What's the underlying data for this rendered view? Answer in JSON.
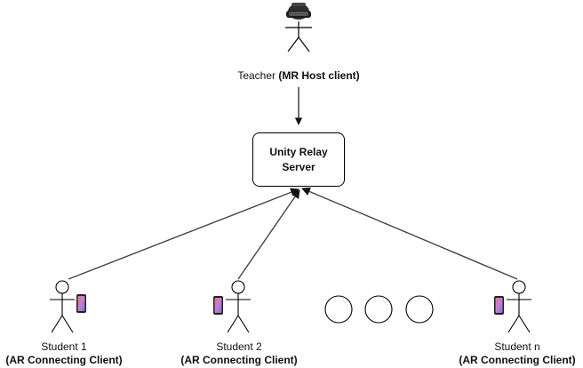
{
  "teacher": {
    "name": "Teacher ",
    "role": "(MR Host client)"
  },
  "server": {
    "label": "Unity Relay Server"
  },
  "students": [
    {
      "name": "Student 1",
      "role": "(AR Connecting Client)"
    },
    {
      "name": "Student 2",
      "role": "(AR Connecting Client)"
    },
    {
      "name": "Student n",
      "role": "(AR Connecting Client)"
    }
  ],
  "icons": {
    "teacher_device": "mixed-reality-headset-icon",
    "student_device": "smartphone-icon",
    "ellipsis": "ellipsis-circles-icon"
  },
  "colors": {
    "stroke": "#000000",
    "arrow": "#444444",
    "phone_screen": "#c77cd6"
  }
}
